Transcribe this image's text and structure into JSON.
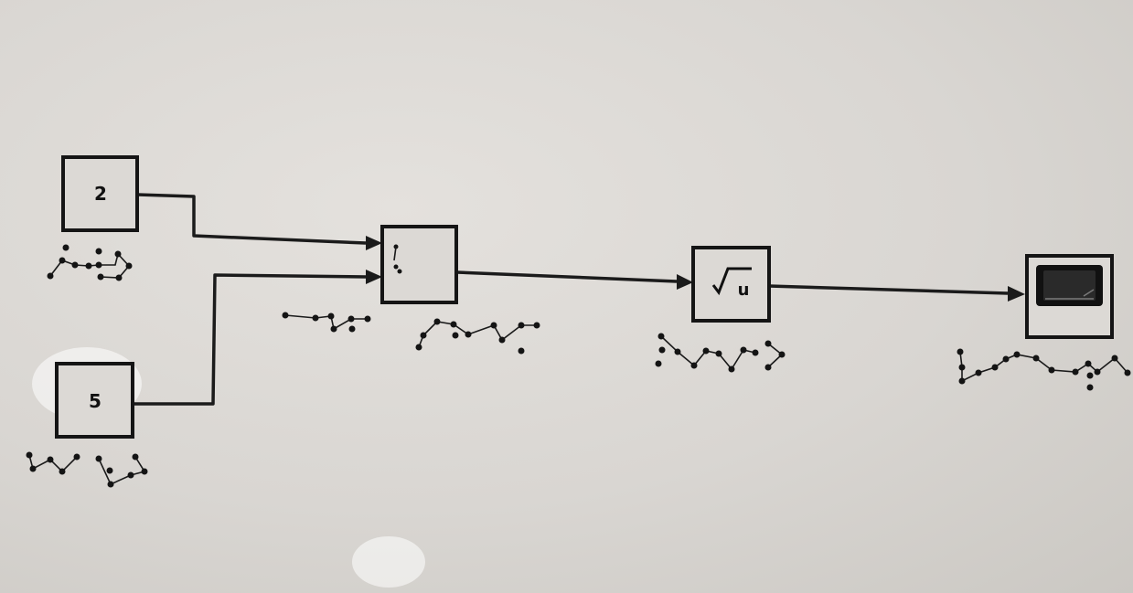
{
  "diagram": {
    "blocks": [
      {
        "id": "constant-a",
        "label": "2",
        "icon": "number"
      },
      {
        "id": "constant-b",
        "label": "5",
        "icon": "number"
      },
      {
        "id": "divide",
        "label": "÷",
        "icon": "divide-icon"
      },
      {
        "id": "sqrt",
        "label": "√u",
        "icon": "sqrt-icon"
      },
      {
        "id": "display",
        "label": "",
        "icon": "display-screen-icon"
      }
    ],
    "connections": [
      {
        "from": "constant-a",
        "to": "divide"
      },
      {
        "from": "constant-b",
        "to": "divide"
      },
      {
        "from": "divide",
        "to": "sqrt"
      },
      {
        "from": "sqrt",
        "to": "display"
      }
    ],
    "braille_labels": [
      "constant-a",
      "constant-b",
      "divide",
      "sqrt",
      "display"
    ],
    "colors": {
      "line": "#1b1b1b",
      "board": "#dcd9d5"
    }
  }
}
